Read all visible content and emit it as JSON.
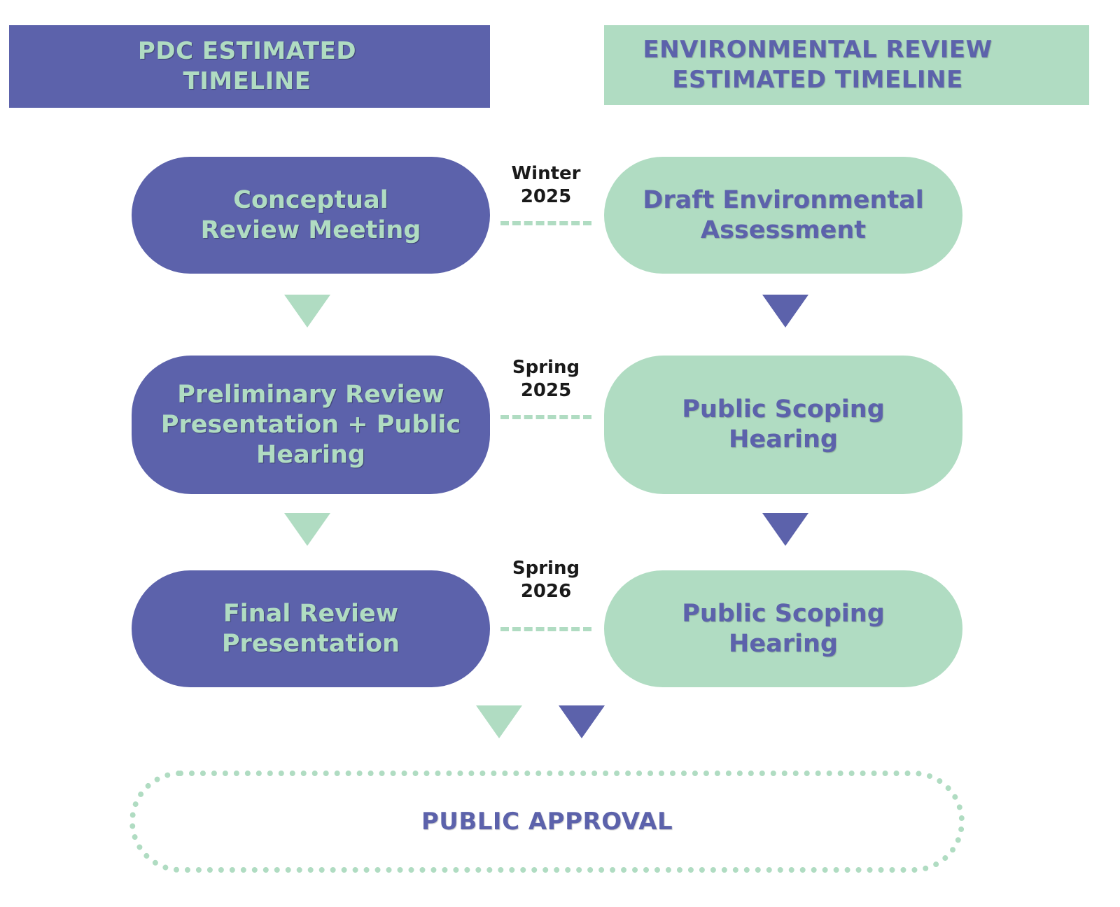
{
  "headers": {
    "left": {
      "line1": "PDC ESTIMATED",
      "line2": "TIMELINE"
    },
    "right": {
      "line1": "ENVIRONMENTAL REVIEW",
      "line2": "ESTIMATED TIMELINE"
    }
  },
  "pdc_steps": [
    {
      "lines": [
        "Conceptual",
        "Review Meeting"
      ]
    },
    {
      "lines": [
        "Preliminary Review",
        "Presentation + Public",
        "Hearing"
      ]
    },
    {
      "lines": [
        "Final Review",
        "Presentation"
      ]
    }
  ],
  "env_steps": [
    {
      "lines": [
        "Draft Environmental",
        "Assessment"
      ]
    },
    {
      "lines": [
        "Public Scoping",
        "Hearing"
      ]
    },
    {
      "lines": [
        "Public Scoping",
        "Hearing"
      ]
    }
  ],
  "seasons": [
    {
      "line1": "Winter",
      "line2": "2025"
    },
    {
      "line1": "Spring",
      "line2": "2025"
    },
    {
      "line1": "Spring",
      "line2": "2026"
    }
  ],
  "final": {
    "label": "PUBLIC APPROVAL"
  },
  "colors": {
    "purple": "#5c62ab",
    "mint": "#b0dcc2"
  }
}
